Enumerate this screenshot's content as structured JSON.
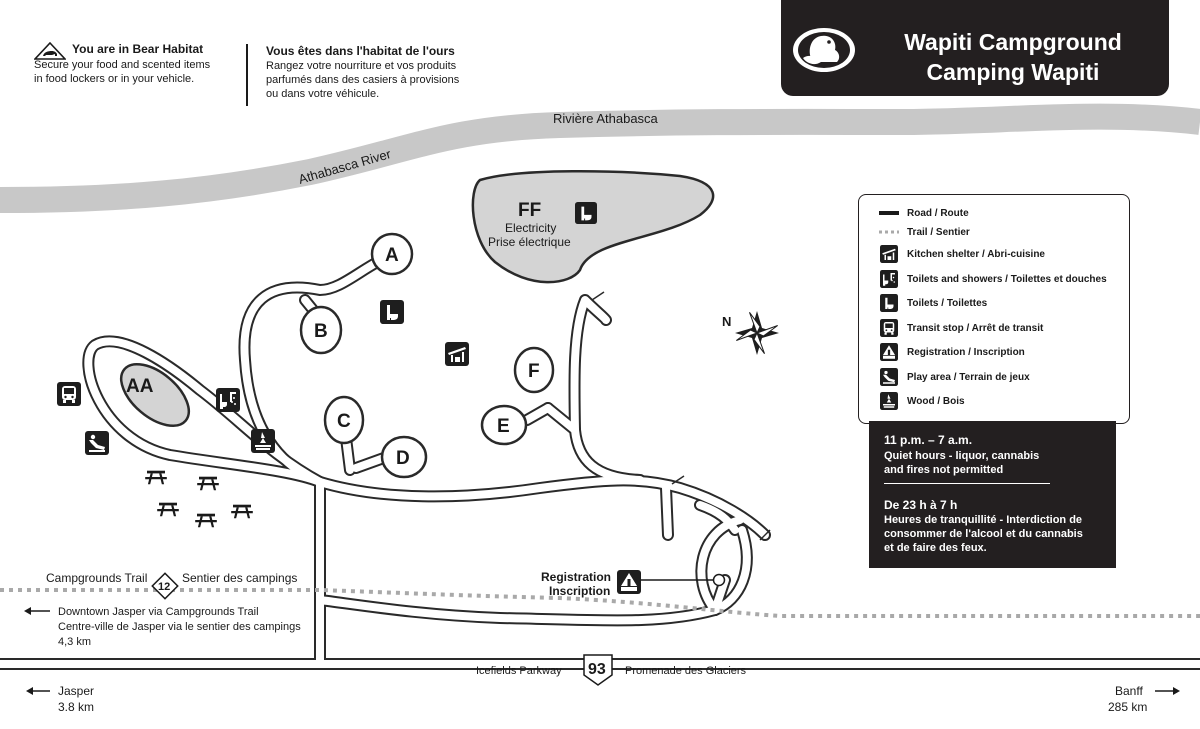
{
  "title": {
    "en": "Wapiti Campground",
    "fr": "Camping Wapiti"
  },
  "bear_warning": {
    "en_title": "You are in Bear Habitat",
    "en_body": [
      "Secure your food and scented items",
      "in food lockers or in your vehicle."
    ],
    "fr_title": "Vous êtes dans l'habitat de l'ours",
    "fr_body": [
      "Rangez votre nourriture et vos produits",
      "parfumés dans des casiers à provisions",
      "ou dans votre véhicule."
    ]
  },
  "river": {
    "fr": "Rivière Athabasca",
    "en": "Athabasca River"
  },
  "loops": {
    "a": "A",
    "b": "B",
    "c": "C",
    "d": "D",
    "e": "E",
    "f": "F",
    "aa": "AA",
    "ff": {
      "label": "FF",
      "line1": "Electricity",
      "line2": "Prise électrique"
    }
  },
  "compass": "N",
  "registration": {
    "en": "Registration",
    "fr": "Inscription"
  },
  "trail": {
    "en": "Campgrounds Trail",
    "number": "12",
    "fr": "Sentier des campings"
  },
  "downtown": {
    "en": "Downtown Jasper via Campgrounds Trail",
    "fr": "Centre-ville de Jasper via le sentier des campings",
    "distance": "4,3 km"
  },
  "highway": {
    "en": "Icefields Parkway",
    "number": "93",
    "fr": "Promenade des Glaciers"
  },
  "jasper": {
    "name": "Jasper",
    "distance": "3.8 km"
  },
  "banff": {
    "name": "Banff",
    "distance": "285 km"
  },
  "legend": {
    "road": "Road / Route",
    "trail": "Trail / Sentier",
    "kitchen": "Kitchen shelter / Abri-cuisine",
    "toilets_showers": "Toilets and showers / Toilettes et douches",
    "toilets": "Toilets / Toilettes",
    "transit": "Transit stop / Arrêt de transit",
    "registration": "Registration / Inscription",
    "play": "Play area / Terrain de jeux",
    "wood": "Wood / Bois"
  },
  "quiet_hours": {
    "en_time": "11 p.m. – 7 a.m.",
    "en_body": [
      "Quiet hours - liquor, cannabis",
      "and fires not permitted"
    ],
    "fr_time": "De 23 h à 7 h",
    "fr_body": [
      "Heures de tranquillité - Interdiction de",
      "consommer de l'alcool et du cannabis",
      "et de faire des feux."
    ]
  },
  "colors": {
    "dark": "#231f20",
    "river": "#c8c8c8",
    "trail": "#a9a9a9",
    "white": "#ffffff"
  }
}
